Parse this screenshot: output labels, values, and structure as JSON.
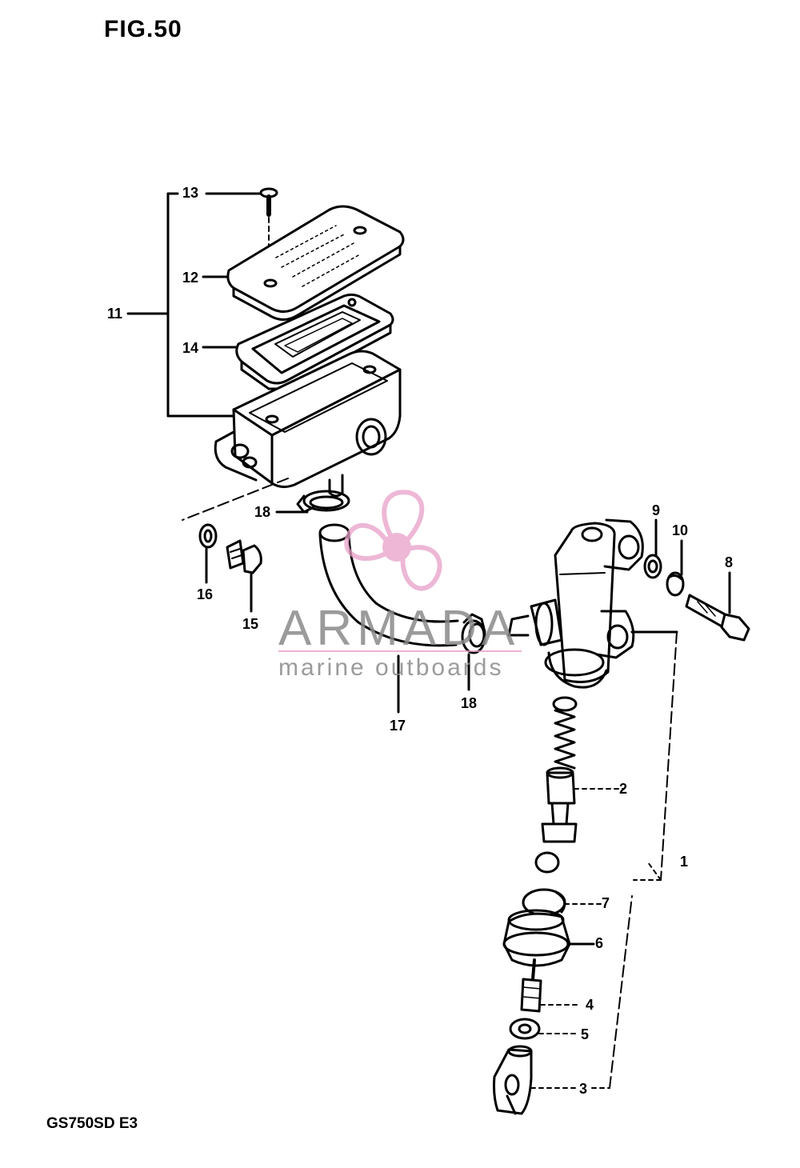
{
  "figure": {
    "title": "FIG.50",
    "model": "GS750SD E3"
  },
  "watermark": {
    "brand": "ARMADA",
    "tagline": "marine outboards",
    "logo_icon": "propeller-logo-icon",
    "accent_color": "#e8a0c8"
  },
  "callouts": {
    "p1": "1",
    "p2": "2",
    "p3": "3",
    "p4": "4",
    "p5": "5",
    "p6": "6",
    "p7": "7",
    "p8": "8",
    "p9": "9",
    "p10": "10",
    "p11": "11",
    "p12": "12",
    "p13": "13",
    "p14": "14",
    "p15": "15",
    "p16": "16",
    "p17": "17",
    "p18a": "18",
    "p18b": "18"
  }
}
